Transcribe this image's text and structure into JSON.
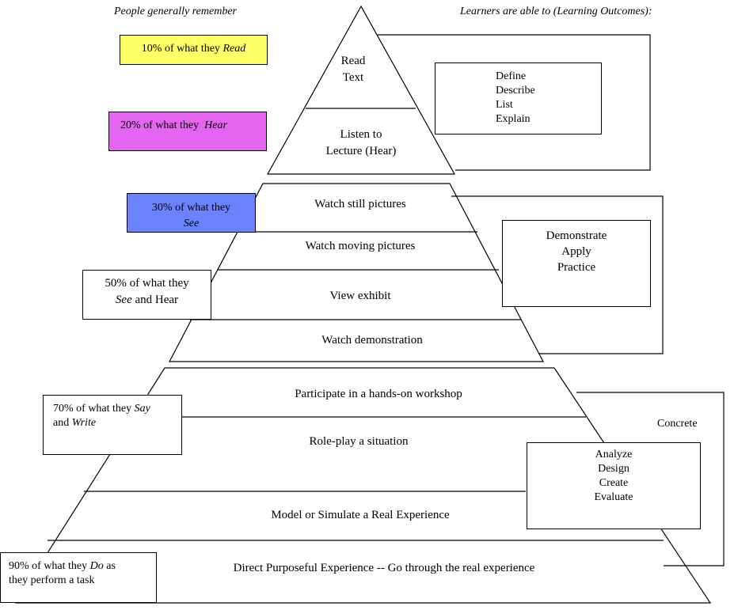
{
  "headers": {
    "left": "People generally remember",
    "right": "Learners are able to (Learning Outcomes):"
  },
  "memory": [
    {
      "pre": "10% of what they ",
      "em": "Read",
      "color": "#ffff66"
    },
    {
      "pre": "20% of what they  ",
      "em": "Hear",
      "color": "#e466f0"
    },
    {
      "pre": "30% of what they ",
      "em": "See",
      "color": "#6b82ff"
    },
    {
      "pre": "50% of what they ",
      "em": "See",
      "post": " and Hear",
      "color": "#ffffff"
    },
    {
      "pre": "70% of what they ",
      "em": "Say",
      "mid": "and ",
      "em2": "Write",
      "color": "#ffffff"
    },
    {
      "pre": "90% of what they ",
      "em": "Do",
      "post": " as",
      "line2": "they perform a task",
      "color": "#ffffff"
    }
  ],
  "pyramid": {
    "read": "Read",
    "text": "Text",
    "listen1": "Listen to",
    "listen2": "Lecture (Hear)",
    "still": "Watch still pictures",
    "moving": "Watch moving pictures",
    "exhibit": "View exhibit",
    "demo": "Watch demonstration",
    "workshop": "Participate in a hands-on workshop",
    "roleplay": "Role-play a situation",
    "model": "Model or Simulate a Real Experience",
    "direct": "Direct Purposeful Experience -- Go through the real experience"
  },
  "outcomes": {
    "group1": [
      "Define",
      "Describe",
      "List",
      "Explain"
    ],
    "group2": [
      "Demonstrate",
      "Apply",
      "Practice"
    ],
    "group3": [
      "Analyze",
      "Design",
      "Create",
      "Evaluate"
    ]
  },
  "concrete_label": "Concrete"
}
